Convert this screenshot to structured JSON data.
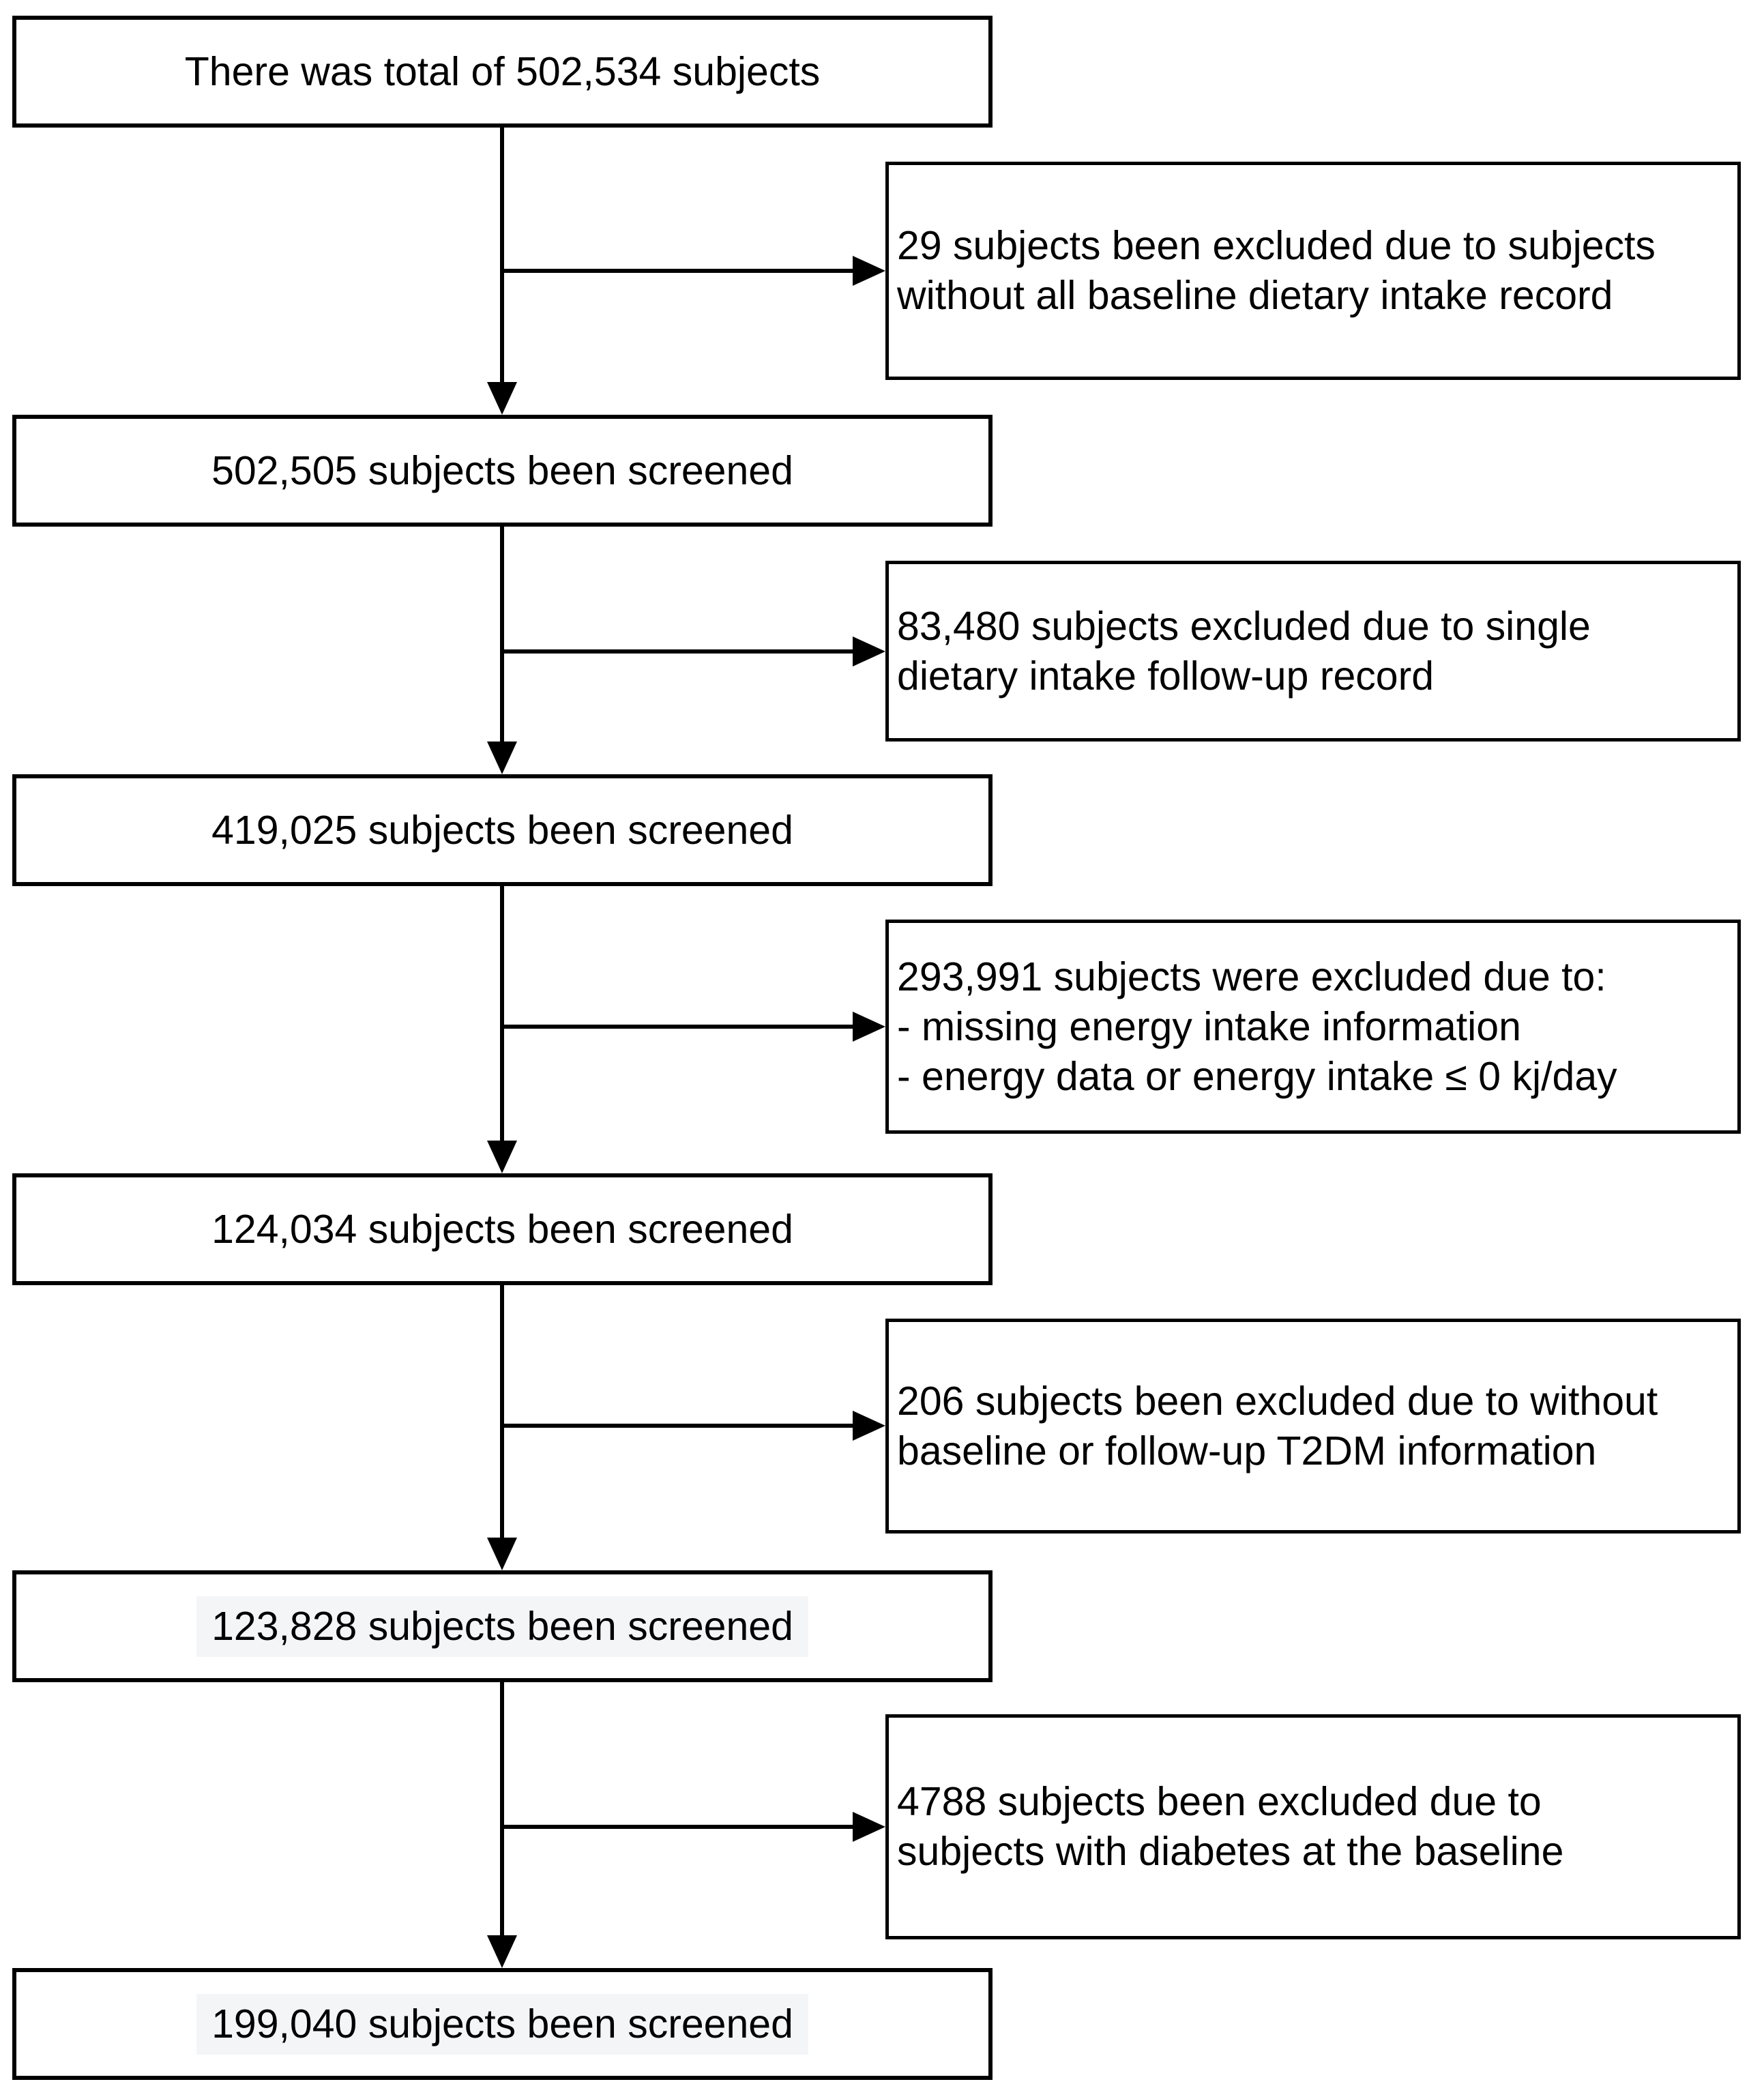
{
  "diagram": {
    "type": "flowchart",
    "colors": {
      "border": "#000000",
      "background": "#ffffff",
      "text": "#000000",
      "highlight": "#f4f5f7"
    },
    "main_boxes": [
      {
        "id": "total",
        "label": "There was total of 502,534 subjects",
        "highlighted": false
      },
      {
        "id": "screened-1",
        "label": "502,505 subjects been screened",
        "highlighted": false
      },
      {
        "id": "screened-2",
        "label": "419,025 subjects been screened",
        "highlighted": false
      },
      {
        "id": "screened-3",
        "label": "124,034 subjects been screened",
        "highlighted": false
      },
      {
        "id": "screened-4",
        "label": "123,828 subjects been screened",
        "highlighted": true
      },
      {
        "id": "screened-5",
        "label": "199,040 subjects been screened",
        "highlighted": true
      }
    ],
    "exclusion_boxes": [
      {
        "id": "exclusion-1",
        "lines": [
          "29 subjects been excluded due to subjects",
          "without all baseline dietary intake record"
        ]
      },
      {
        "id": "exclusion-2",
        "lines": [
          "83,480 subjects excluded due to single",
          "dietary intake follow-up record"
        ]
      },
      {
        "id": "exclusion-3",
        "lines": [
          "293,991 subjects were excluded due to:",
          "- missing energy intake information",
          "- energy data or energy intake ≤ 0 kj/day"
        ]
      },
      {
        "id": "exclusion-4",
        "lines": [
          "206 subjects been excluded due to without",
          "baseline or follow-up T2DM information"
        ]
      },
      {
        "id": "exclusion-5",
        "lines": [
          "4788 subjects been excluded due to",
          "subjects with diabetes at the baseline"
        ]
      }
    ]
  }
}
